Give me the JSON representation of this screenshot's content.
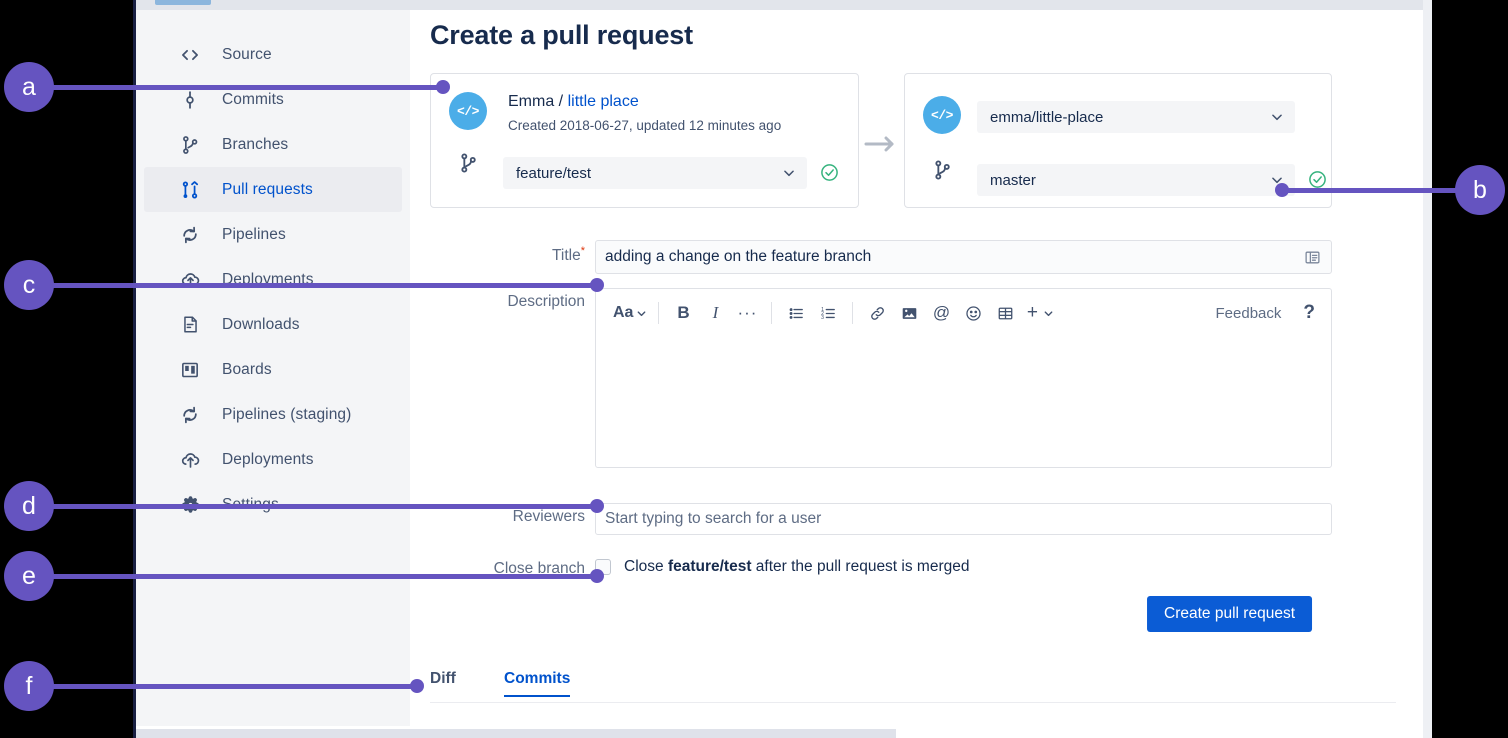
{
  "page": {
    "title": "Create a pull request"
  },
  "sidebar": {
    "items": [
      {
        "label": "Source",
        "icon": "code-brackets-icon",
        "selected": false
      },
      {
        "label": "Commits",
        "icon": "commits-icon",
        "selected": false
      },
      {
        "label": "Branches",
        "icon": "branches-icon",
        "selected": false
      },
      {
        "label": "Pull requests",
        "icon": "pull-request-icon",
        "selected": true
      },
      {
        "label": "Pipelines",
        "icon": "pipelines-icon",
        "selected": false
      },
      {
        "label": "Deployments",
        "icon": "deployments-icon",
        "selected": false
      },
      {
        "label": "Downloads",
        "icon": "downloads-icon",
        "selected": false
      },
      {
        "label": "Boards",
        "icon": "boards-icon",
        "selected": false
      },
      {
        "label": "Pipelines (staging)",
        "icon": "pipelines-icon",
        "selected": false
      },
      {
        "label": "Deployments",
        "icon": "deployments-icon",
        "selected": false
      },
      {
        "label": "Settings",
        "icon": "gear-icon",
        "selected": false
      }
    ]
  },
  "source_card": {
    "avatar_glyph": "</>",
    "owner": "Emma",
    "separator": " / ",
    "repo_link": "little place",
    "meta": "Created 2018-06-27, updated 12 minutes ago",
    "branch_value": "feature/test",
    "status": "valid"
  },
  "dest_card": {
    "avatar_glyph": "</>",
    "repo_value": "emma/little-place",
    "branch_value": "master",
    "status": "valid"
  },
  "form": {
    "title_label": "Title",
    "title_required_mark": "*",
    "title_value": "adding a change on the feature branch",
    "description_label": "Description",
    "reviewers_label": "Reviewers",
    "reviewers_placeholder": "Start typing to search for a user",
    "close_branch_label": "Close branch",
    "close_branch_text_pre": "Close ",
    "close_branch_branch": "feature/test",
    "close_branch_text_post": " after the pull request is merged",
    "close_branch_checked": false,
    "submit_label": "Create pull request"
  },
  "editor_toolbar": {
    "text_style": "Aa",
    "buttons": [
      {
        "name": "text-style-dropdown",
        "glyph": "Aa",
        "caret": true
      },
      {
        "name": "bold-icon",
        "glyph": "B"
      },
      {
        "name": "italic-icon",
        "glyph": "I"
      },
      {
        "name": "more-formatting-icon",
        "glyph": "···"
      },
      {
        "name": "bulleted-list-icon",
        "glyph": "list"
      },
      {
        "name": "numbered-list-icon",
        "glyph": "olist"
      },
      {
        "name": "link-icon",
        "glyph": "link"
      },
      {
        "name": "image-icon",
        "glyph": "image"
      },
      {
        "name": "mention-icon",
        "glyph": "@"
      },
      {
        "name": "emoji-icon",
        "glyph": "emoji"
      },
      {
        "name": "table-icon",
        "glyph": "table"
      },
      {
        "name": "insert-more-icon",
        "glyph": "+",
        "caret": true
      }
    ],
    "feedback_label": "Feedback",
    "help_label": "?"
  },
  "tabs": [
    {
      "label": "Diff",
      "active": false
    },
    {
      "label": "Commits",
      "active": true
    }
  ],
  "annotations": [
    {
      "id": "a",
      "label": "a"
    },
    {
      "id": "b",
      "label": "b"
    },
    {
      "id": "c",
      "label": "c"
    },
    {
      "id": "d",
      "label": "d"
    },
    {
      "id": "e",
      "label": "e"
    },
    {
      "id": "f",
      "label": "f"
    }
  ],
  "colors": {
    "accent_blue": "#0052cc",
    "button_blue": "#0b5cd5",
    "annotation_purple": "#6554c0",
    "avatar_blue": "#4bade8",
    "status_green": "#36b37e",
    "required_red": "#de350b",
    "sidebar_bg": "#f4f5f7",
    "text_dark": "#172b4d",
    "text_muted": "#5e6c84"
  }
}
